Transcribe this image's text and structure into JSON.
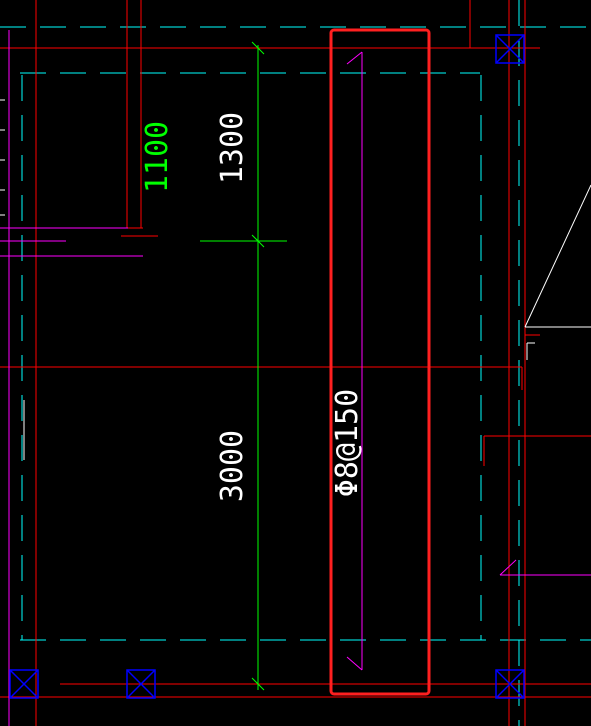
{
  "drawing": {
    "dimensions": {
      "d1100": "1100",
      "d1300": "1300",
      "d3000": "3000"
    },
    "rebar_label": "Φ8@150"
  },
  "colors": {
    "background": "#000000",
    "red_line": "#ff0000",
    "cyan_dashed": "#00ffff",
    "magenta": "#ff00ff",
    "green": "#00ff00",
    "white": "#ffffff",
    "blue": "#0000ff",
    "highlight": "#ff2020"
  }
}
